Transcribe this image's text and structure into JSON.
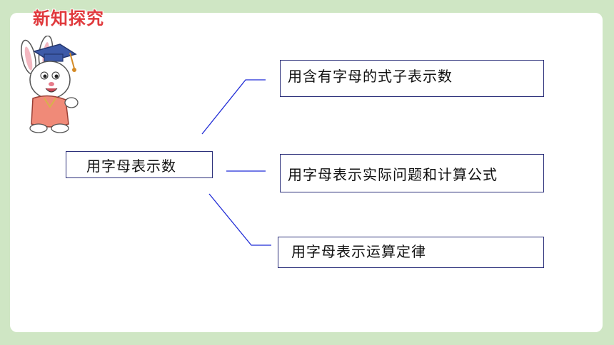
{
  "header": {
    "title": "新知探究"
  },
  "diagram": {
    "center": {
      "label": "用字母表示数"
    },
    "branches": [
      {
        "label": "用含有字母的式子表示数"
      },
      {
        "label": "用字母表示实际问题和计算公式"
      },
      {
        "label": "用字母表示运算定律"
      }
    ],
    "line_color": "#1f2bd6",
    "border_color": "#2b2f7a"
  },
  "colors": {
    "background": "#cfe6c4",
    "panel": "#ffffff",
    "title": "#e0393c"
  },
  "mascot": {
    "icon": "rabbit-graduate-icon"
  }
}
